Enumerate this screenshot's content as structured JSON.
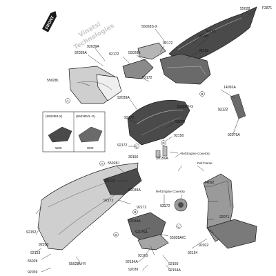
{
  "figure_code": "F2871",
  "front_badge": "FRONT",
  "watermark": [
    "Vinatsi",
    "Technologies"
  ],
  "inset_box_labels": [
    "(55028M-X)",
    "(55028N/L-G)"
  ],
  "inset_sub_labels": [
    "W00",
    "W00"
  ],
  "ref_labels": {
    "engine_covers_1": "Ref.Engine Cover(s)",
    "engine_covers_2": "Ref.Engine Cover(s)",
    "frame": "Ref.Frame"
  },
  "callouts": [
    "A",
    "B",
    "C",
    "D",
    "A",
    "B",
    "C",
    "D"
  ],
  "parts": [
    "55028",
    "55028S-X",
    "92200",
    "92153",
    "92039A",
    "92172",
    "55028K",
    "92039A",
    "92172",
    "92152",
    "55028L",
    "92172",
    "92039A",
    "14092A",
    "55028D-G",
    "92172",
    "92172",
    "92075",
    "92150",
    "92075A",
    "39156",
    "39156A",
    "92172",
    "55028J",
    "92172",
    "92039A",
    "92172",
    "92172",
    "14092",
    "92071",
    "92022",
    "92154",
    "92172",
    "92039A",
    "92152",
    "92200",
    "92153",
    "55028",
    "55028M-R",
    "92039",
    "92075A",
    "55028A/C",
    "92154A",
    "92160",
    "92039",
    "92160",
    "92154A"
  ]
}
